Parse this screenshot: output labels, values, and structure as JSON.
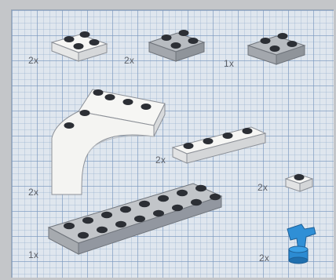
{
  "parts_inventory": [
    {
      "qty": "2x",
      "piece": "white-plate-2x2"
    },
    {
      "qty": "2x",
      "piece": "gray-plate-2x2"
    },
    {
      "qty": "1x",
      "piece": "gray-plate-2x2"
    },
    {
      "qty": "2x",
      "piece": "white-arch-brick"
    },
    {
      "qty": "2x",
      "piece": "white-plate-1x4"
    },
    {
      "qty": "2x",
      "piece": "white-plate-1x1"
    },
    {
      "qty": "1x",
      "piece": "gray-plate-2x8"
    },
    {
      "qty": "2x",
      "piece": "blue-tap"
    }
  ],
  "colors": {
    "grid_background": "#dfe6ee",
    "grid_line": "#7896be",
    "white_part": "#f6f6f4",
    "gray_part": "#a9adb3",
    "stud_dark": "#2c2f35",
    "blue_part": "#2f8fd6",
    "label_text": "#5a5e66"
  }
}
